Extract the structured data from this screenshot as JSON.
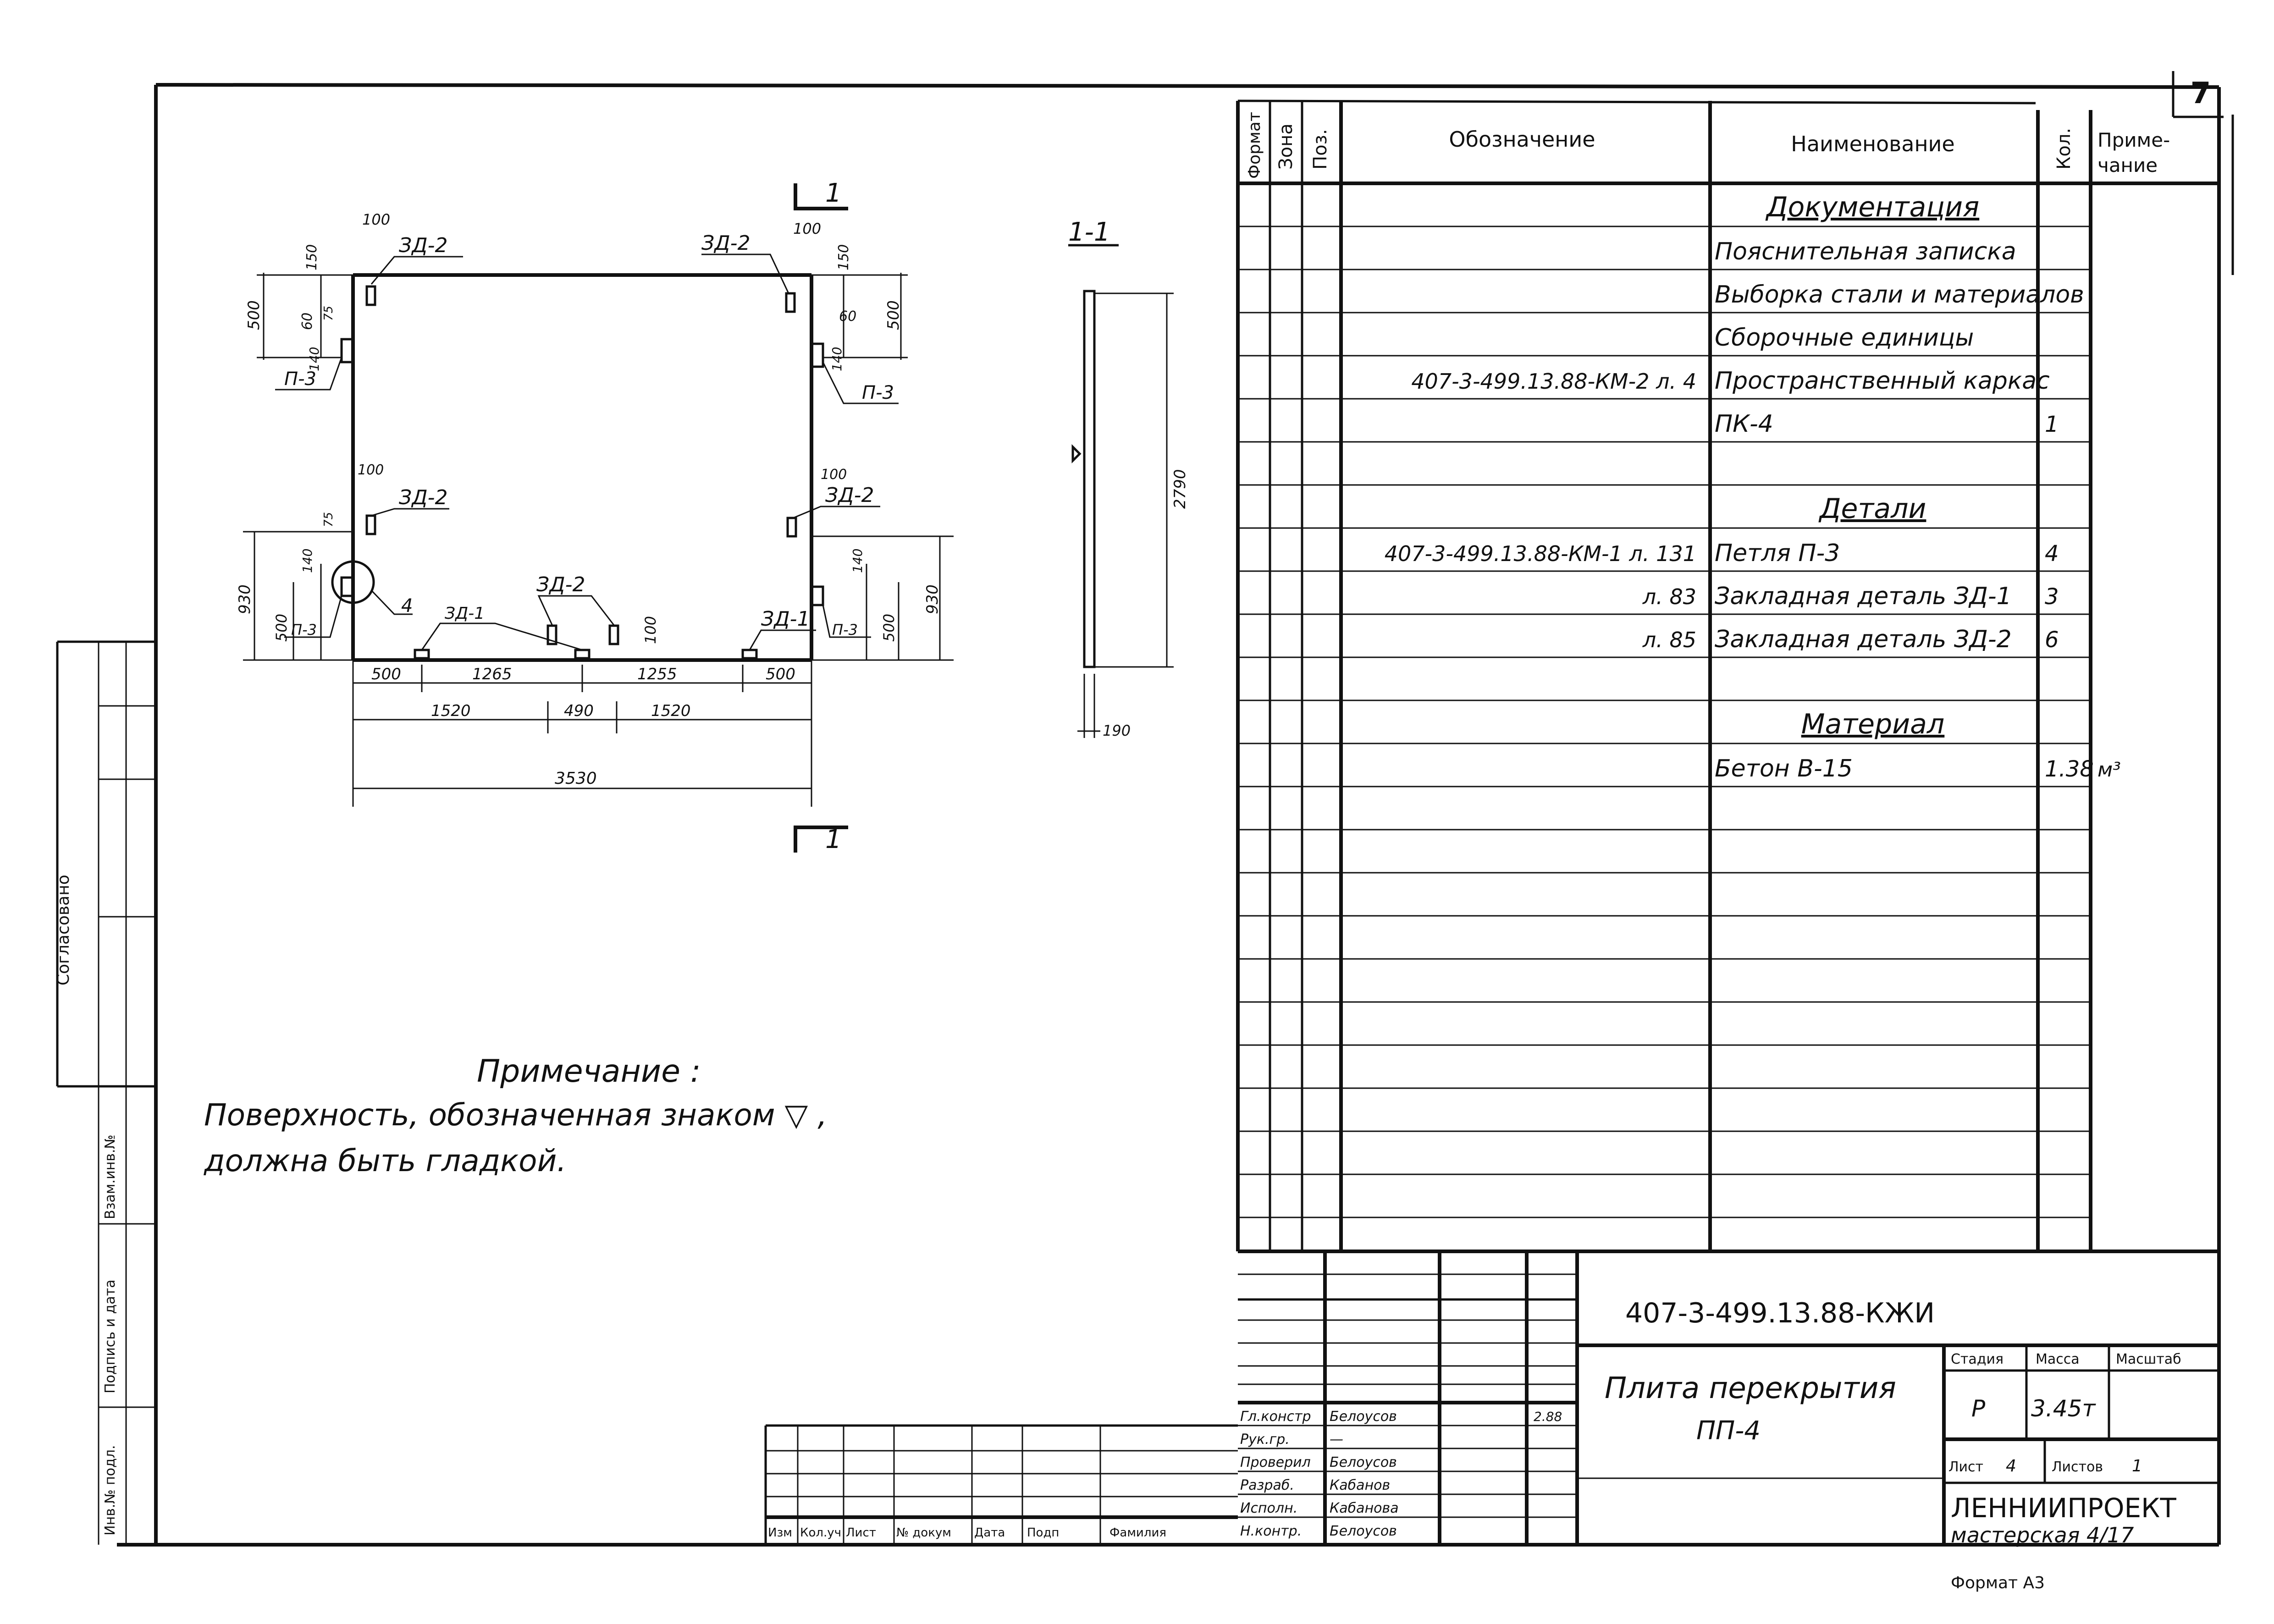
{
  "sheet_number": "7",
  "format_label": "Формат А3",
  "left_strip": {
    "agreed": "Согласовано",
    "replaced_inv": "Взам.инв.№",
    "signature_date": "Подпись и дата",
    "original_inv": "Инв.№ подл."
  },
  "spec": {
    "headers": {
      "format": "Формат",
      "zone": "Зона",
      "pos": "Поз.",
      "designation": "Обозначение",
      "name": "Наименование",
      "qty": "Кол.",
      "note": "Приме-чание"
    },
    "rows": [
      {
        "designation": "",
        "name": "Документация",
        "qty": "",
        "note": "",
        "heading": true
      },
      {
        "designation": "",
        "name": "Пояснительная записка",
        "qty": "",
        "note": ""
      },
      {
        "designation": "",
        "name": "Выборка стали и материалов",
        "qty": "",
        "note": ""
      },
      {
        "designation": "",
        "name": "Сборочные единицы",
        "qty": "",
        "note": ""
      },
      {
        "designation": "407-3-499.13.88-КМ-2 л. 4",
        "name": "Пространственный каркас",
        "qty": "",
        "note": ""
      },
      {
        "designation": "",
        "name": "ПК-4",
        "qty": "1",
        "note": ""
      },
      {
        "designation": "",
        "name": "",
        "qty": "",
        "note": ""
      },
      {
        "designation": "",
        "name": "Детали",
        "qty": "",
        "note": "",
        "heading": true
      },
      {
        "designation": "407-3-499.13.88-КМ-1 л. 131",
        "name": "Петля П-3",
        "qty": "4",
        "note": ""
      },
      {
        "designation": "л. 83",
        "name": "Закладная деталь ЗД-1",
        "qty": "3",
        "note": ""
      },
      {
        "designation": "л. 85",
        "name": "Закладная деталь ЗД-2",
        "qty": "6",
        "note": ""
      },
      {
        "designation": "",
        "name": "",
        "qty": "",
        "note": ""
      },
      {
        "designation": "",
        "name": "Материал",
        "qty": "",
        "note": "",
        "heading": true
      },
      {
        "designation": "",
        "name": "Бетон В-15",
        "qty": "1.38",
        "note": "м³"
      }
    ]
  },
  "drawing": {
    "section_mark": "1",
    "section_title": "1-1",
    "labels": {
      "zd2": "ЗД-2",
      "zd1": "ЗД-1",
      "p3": "П-3",
      "circle_ref": "4"
    },
    "dims": {
      "d100": "100",
      "d150": "150",
      "d500": "500",
      "d60": "60",
      "d75": "75",
      "d140": "140",
      "d930": "930",
      "d1265": "1265",
      "d1255": "1255",
      "d1520": "1520",
      "d490": "490",
      "d3530": "3530",
      "d2790": "2790",
      "d190": "190"
    }
  },
  "note": {
    "title": "Примечание :",
    "line1": "Поверхность, обозначенная знаком ▽ ,",
    "line2": "должна быть гладкой."
  },
  "title_block": {
    "doc_code": "407-3-499.13.88-КЖИ",
    "title_line1": "Плита перекрытия",
    "title_line2": "ПП-4",
    "stage_label": "Стадия",
    "mass_label": "Масса",
    "scale_label": "Масштаб",
    "stage": "Р",
    "mass": "3.45т",
    "sheet_label": "Лист",
    "sheet": "4",
    "sheets_label": "Листов",
    "sheets": "1",
    "org": "ЛЕННИИПРОЕКТ",
    "workshop": "мастерская 4/17",
    "rev_headers": [
      "Изм",
      "Кол.уч",
      "Лист",
      "№ докум",
      "Дата",
      "Подп",
      "Фамилия"
    ],
    "roles": [
      {
        "role": "Гл.констр",
        "name": "Белоусов",
        "date": "2.88"
      },
      {
        "role": "Рук.гр.",
        "name": "—",
        "date": ""
      },
      {
        "role": "Проверил",
        "name": "Белоусов",
        "date": ""
      },
      {
        "role": "Разраб.",
        "name": "Кабанов",
        "date": ""
      },
      {
        "role": "Исполн.",
        "name": "Кабанова",
        "date": ""
      },
      {
        "role": "Н.контр.",
        "name": "Белоусов",
        "date": ""
      }
    ]
  }
}
